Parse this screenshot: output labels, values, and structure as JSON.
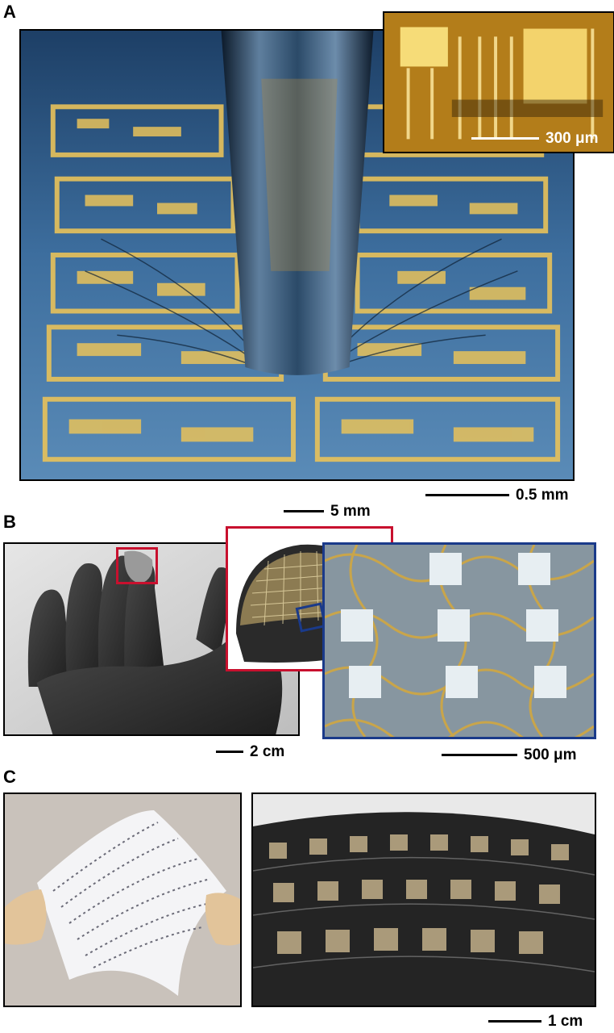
{
  "panels": {
    "a": {
      "label": "A",
      "inset_scale": "300 μm",
      "scale": "0.5 mm"
    },
    "b": {
      "label": "B",
      "inset_scale": "5 mm",
      "hand_scale": "2 cm",
      "detail_scale": "500 μm"
    },
    "c": {
      "label": "C",
      "scale": "1 cm"
    }
  },
  "colors": {
    "frame_black": "#000000",
    "inset_red": "#c8102e",
    "inset_blue": "#1a3a8a",
    "gold_trace": "#e8c25a",
    "substrate_blue": "#3f6f9c"
  }
}
